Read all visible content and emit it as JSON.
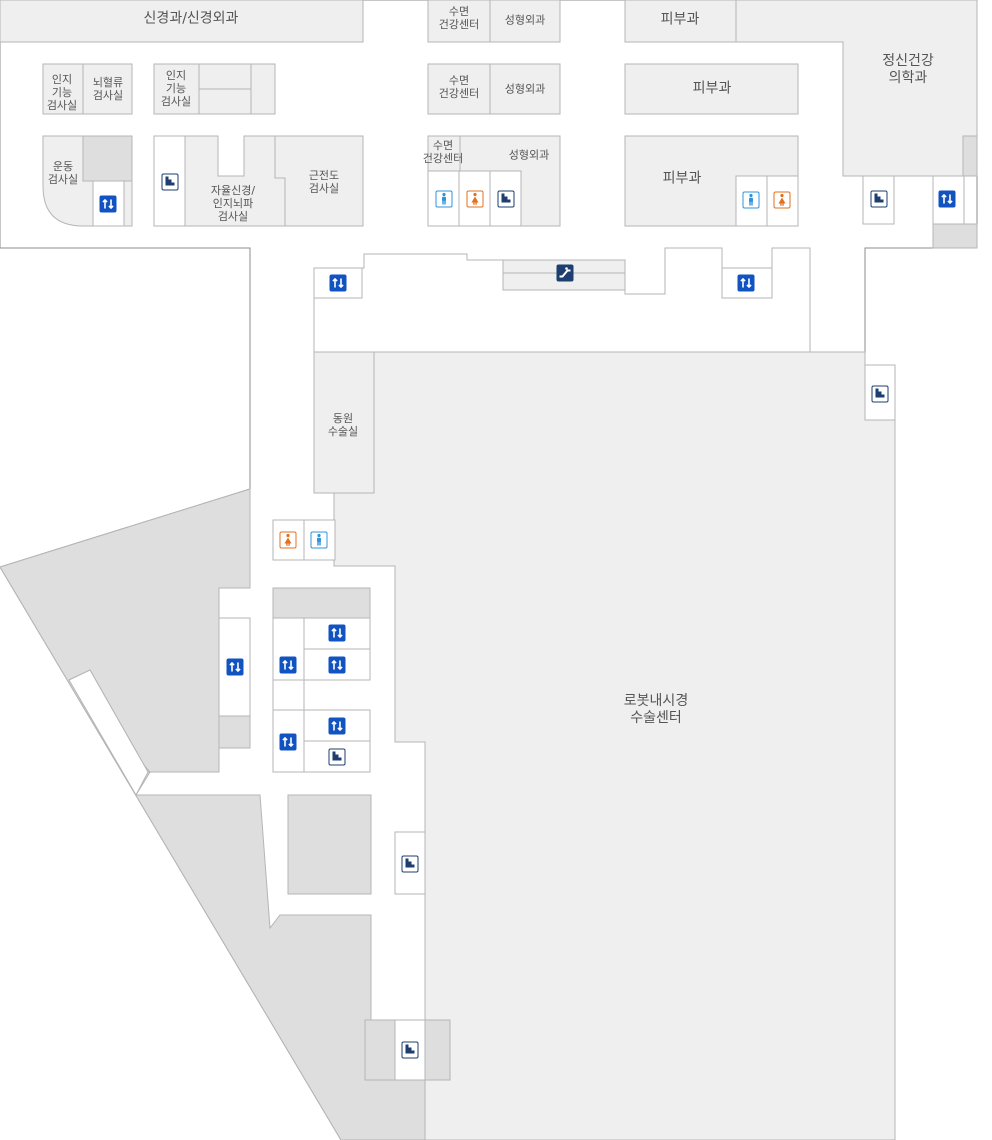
{
  "map": {
    "labels": {
      "neurology": "신경과/신경외과",
      "sleep_center_1": "수면\n건강센터",
      "plastic_1": "성형외과",
      "derma_1": "피부과",
      "psychiatry": "정신건강\n의학과",
      "cog_test_1": "인지\n기능\n검사실",
      "eeg_test": "뇌혈류\n검사실",
      "cog_test_2": "인지\n기능\n검사실",
      "sleep_center_2": "수면\n건강센터",
      "plastic_2": "성형외과",
      "derma_2": "피부과",
      "exercise_test": "운동\n검사실",
      "autonomic_test": "자율신경/\n인지뇌파\n검사실",
      "emg_test": "근전도\n검사실",
      "sleep_center_3": "수면\n건강센터",
      "plastic_3": "성형외과",
      "derma_3": "피부과",
      "dongwon_or": "동원\n수술실",
      "robot_center": "로봇내시경\n수술센터"
    },
    "colors": {
      "room_fill": "#efeff0",
      "dark_fill": "#dededf",
      "elevator": "#1153c1",
      "stairs": "#1d3e6e",
      "mens_restroom": "#2f94d9",
      "womens_restroom": "#e2701f"
    },
    "icons": {
      "elevator": "elevator-icon",
      "stairs": "stairs-icon",
      "escalator": "escalator-icon",
      "mens_restroom": "mens-restroom-icon",
      "womens_restroom": "womens-restroom-icon"
    }
  }
}
